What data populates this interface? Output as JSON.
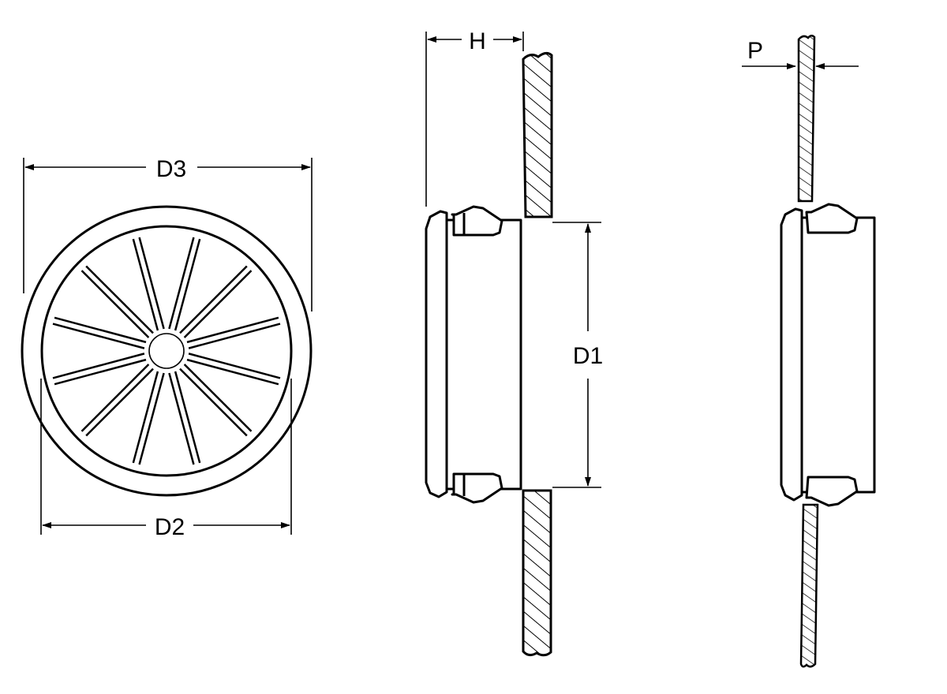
{
  "labels": {
    "d3": "D3",
    "d2": "D2",
    "h": "H",
    "d1": "D1",
    "p": "P"
  },
  "colors": {
    "line": "#000000",
    "background": "#ffffff"
  }
}
